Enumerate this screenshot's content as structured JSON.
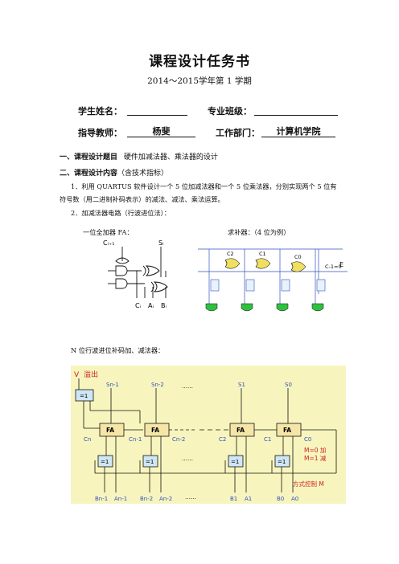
{
  "doc": {
    "title": "课程设计任务书",
    "subtitle": "2014～2015学年第 1 学期"
  },
  "fields": {
    "student_label": "学生姓名：",
    "student_value": "",
    "major_label": "专业班级：",
    "major_value": "",
    "teacher_label": "指导教师：",
    "teacher_value": "杨斐",
    "dept_label": "工作部门：",
    "dept_value": "计算机学院"
  },
  "sections": {
    "s1_heading": "一、课程设计题目",
    "s1_text": "硬件加减法器、乘法器的设计",
    "s2_heading": "二、课程设计内容",
    "s2_note": "（含技术指标）"
  },
  "content": {
    "item1_line1": "1．利用 QUARTUS 软件设计一个 5 位加减法器和一个 5 位乘法器，分别实现两个 5 位有",
    "item1_line2": "符号数（用二进制补码表示）的减法、减法、乘法运算。",
    "item2": "2．加减法器电路（行波进位法）：",
    "cap_fa": "一位全加器 FA：",
    "cap_comp": "求补器：（4 位为例）",
    "cap_nbit": "N 位行波进位补码加、减法器："
  },
  "fa_diagram": {
    "cout": "Cᵢ₊₁",
    "sum": "Sᵢ",
    "cin": "Cᵢ",
    "a": "Aᵢ",
    "b": "Bᵢ"
  },
  "comp_diagram": {
    "carries": [
      "C2",
      "C1",
      "C0",
      "C-1=0"
    ],
    "e_label": "E"
  },
  "adder_diagram": {
    "overflow": "溢出",
    "v_symbol": "V",
    "xor_label": "=1",
    "fa_label": "FA",
    "sum_labels": [
      "Sn-1",
      "Sn-2",
      "……",
      "S1",
      "S0"
    ],
    "carry_labels": [
      "Cn",
      "Cn-1",
      "Cn-2",
      "C2",
      "C1",
      "C0"
    ],
    "input_labels": [
      "Bn-1",
      "An-1",
      "Bn-2",
      "An-2",
      "……",
      "B1",
      "A1",
      "B0",
      "A0"
    ],
    "mode_add": "M=0 加",
    "mode_sub": "M=1 减",
    "mode_ctrl": "方式控制 M",
    "colors": {
      "background": "#f7f5bd",
      "block": "#f5e6a8",
      "red": "#d02020",
      "blue": "#3050c0"
    }
  }
}
